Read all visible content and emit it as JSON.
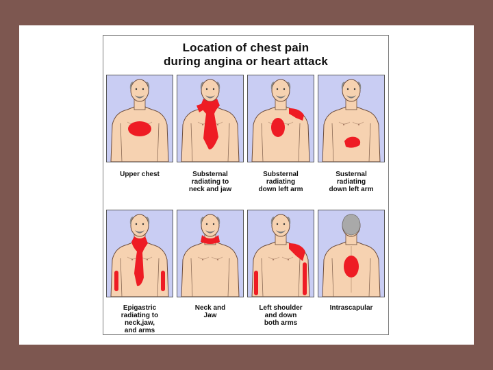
{
  "title": {
    "line1": "Location of chest pain",
    "line2": "during angina or heart attack"
  },
  "panels": [
    {
      "caption": [
        "Upper chest"
      ],
      "view": "front",
      "pain": "upper-chest"
    },
    {
      "caption": [
        "Substernal",
        "radiating to",
        "neck and jaw"
      ],
      "view": "front",
      "pain": "substernal-neck-jaw"
    },
    {
      "caption": [
        "Substernal",
        "radiating",
        "down left arm"
      ],
      "view": "front",
      "pain": "substernal-left-arm"
    },
    {
      "caption": [
        "Susternal",
        "radiating",
        "down left arm"
      ],
      "view": "front",
      "pain": "lower-substernal"
    },
    {
      "caption": [
        "Epigastric",
        "radiating to",
        "neck,jaw,",
        "and arms"
      ],
      "view": "front",
      "pain": "epigastric-neck-arms"
    },
    {
      "caption": [
        "Neck and",
        "Jaw"
      ],
      "view": "front",
      "pain": "neck-jaw"
    },
    {
      "caption": [
        "Left shoulder",
        "and down",
        "both arms"
      ],
      "view": "front",
      "pain": "shoulder-both-arms"
    },
    {
      "caption": [
        "Intrascapular"
      ],
      "view": "back",
      "pain": "intrascapular"
    }
  ],
  "colors": {
    "pain": "#ee1c24",
    "skin": "#f6d2b1",
    "panel_bg": "#c9cdf3",
    "frame": "#7d5750"
  }
}
